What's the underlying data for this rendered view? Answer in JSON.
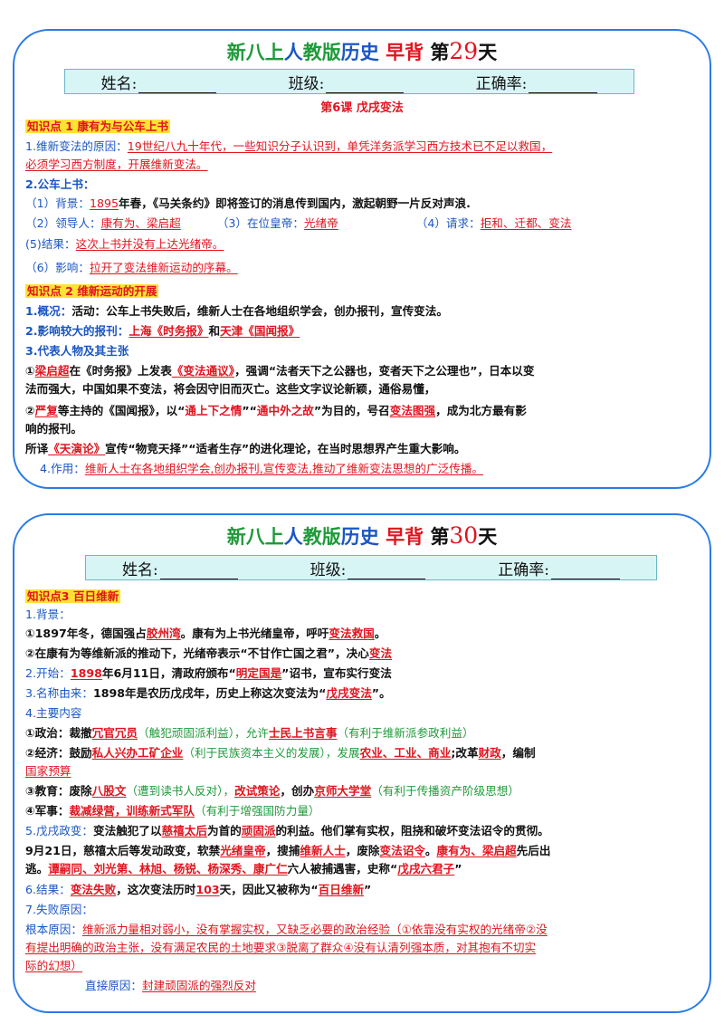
{
  "card1": {
    "title": {
      "p1": "新八上",
      "p2": "人",
      "p3": "教版",
      "p4": "历史",
      "p5": "早背",
      "p6": "第",
      "day": "29",
      "p7": "天"
    },
    "namebar": {
      "name": "姓名:",
      "class": "班级:",
      "rate": "正确率:"
    },
    "lesson": "第6课  戊戌变法",
    "kp1": "知识点 1 康有为与公车上书",
    "l1a": "1.维新变法的原因：",
    "l1b": "19世纪八九十年代，一些知识分子认识到，单凭洋务派学习西方技术已不足以救国，",
    "l1c": "必须学习西方制度，开展维新变法。",
    "l2": "2.公车上书：",
    "l3a": "（1）背景：",
    "l3b": "1895",
    "l3c": "年春，《马关条约》即将签订的消息传到国内，激起朝野一片反对声浪.",
    "l4a": "（2）领导人：",
    "l4b": "康有为、梁启超",
    "l4c": "（3）在位皇帝：",
    "l4d": "光绪帝",
    "l4e": "（4）请求：",
    "l4f": "拒和、迁都、变法",
    "l5a": "(5)结果：",
    "l5b": "这次上书并没有上达光绪帝。",
    "l6a": "（6）影响：",
    "l6b": "拉开了变法维新运动的序幕。",
    "kp2": "知识点 2 维新运动的开展",
    "m1a": "1.概况：",
    "m1b": "活动：公车上书失败后，维新人士在各地组织学会，创办报刊，宣传变法。",
    "m2a": "2.影响较大的报刊：",
    "m2b": "上海《时务报》",
    "m2c": "和",
    "m2d": "天津《国闻报》",
    "m3": "3.代表人物及其主张",
    "m4a": "①",
    "m4b": "梁启超",
    "m4c": "在《时务报》上发表",
    "m4d": "《变法通议》",
    "m4e": "，强调“法者天下之公器也，变者天下之公理也”，日本以变",
    "m5": "法而强大，中国如果不变法，将会因守旧而灭亡。这些文字议论新颖，通俗易懂，",
    "m6a": "②",
    "m6b": "严复",
    "m6c": "等主持的《国闻报》，以“",
    "m6d": "通上下之情",
    "m6e": "”“",
    "m6f": "通中外之故",
    "m6g": "”为目的，号召",
    "m6h": "变法图强",
    "m6i": "，成为北方最有影",
    "m7": "响的报刊。",
    "m8a": "所译",
    "m8b": "《天演论》",
    "m8c": "宣传“物竞天择”“适者生存”的进化理论，在当时思想界产生重大影响。",
    "m9a": "4.作用：",
    "m9b": "维新人士在各地组织学会,创办报刊,宣传变法,推动了维新变法思想的广泛传播。"
  },
  "card2": {
    "title": {
      "p1": "新八上",
      "p2": "人",
      "p3": "教版",
      "p4": "历史",
      "p5": "早背",
      "p6": "第",
      "day": "30",
      "p7": "天"
    },
    "namebar": {
      "name": "姓名:",
      "class": "班级:",
      "rate": "正确率:"
    },
    "kp3": "知识点3  百日维新",
    "n1": "1.背景：",
    "n2a": "①1897年冬，德国强占",
    "n2b": "胶州湾",
    "n2c": "。康有为上书光绪皇帝，呼吁",
    "n2d": "变法救国",
    "n2e": "。",
    "n3a": "②在康有为等维新派的推动下，光绪帝表示“不甘作亡国之君”，决心",
    "n3b": "变法",
    "n4a": "2.开始：",
    "n4b": "1898",
    "n4c": "年6月11日，清政府颁布“",
    "n4d": "明定国是",
    "n4e": "”诏书，宣布实行变法",
    "n5a": "3.名称由来：",
    "n5b": "1898年是农历戊戌年，历史上称这次变法为“",
    "n5c": "戊戌变法",
    "n5d": "”。",
    "n6": "4.主要内容",
    "n7a": "①政治：裁撤",
    "n7b": "冗官冗员",
    "n7c": "（触犯顽固派利益），允许",
    "n7d": "士民上书言事",
    "n7e": "（有利于维新派参政利益）",
    "n8a": "②经济：鼓励",
    "n8b": "私人兴办工矿企业",
    "n8c": "（利于民族资本主义的发展），发展",
    "n8d": "农业、工业、商业",
    "n8e": ";改革",
    "n8f": "财政",
    "n8g": "，编制",
    "n9": "国家预算",
    "n10a": "③教育：废除",
    "n10b": "八股文",
    "n10c": "（遭到读书人反对），",
    "n10d": "改试策论",
    "n10e": "，创办",
    "n10f": "京师大学堂",
    "n10g": "（有利于传播资产阶级思想）",
    "n11a": "④军事：",
    "n11b": "裁减绿营，训练新式军队",
    "n11c": "（有利于增强国防力量）",
    "n12a": "5.戊戌政变：",
    "n12b": "变法触犯了以",
    "n12c": "慈禧太后",
    "n12d": "为首的",
    "n12e": "顽固派",
    "n12f": "的利益。他们掌有实权，阻挠和破坏变法诏令的贯彻。",
    "n13a": "9月21日，慈禧太后等发动政变，软禁",
    "n13b": "光绪皇帝",
    "n13c": "，搜捕",
    "n13d": "维新人士",
    "n13e": "，废除",
    "n13f": "变法诏令",
    "n13g": "。",
    "n13h": "康有为、梁启超",
    "n13i": "先后出",
    "n14a": "逃。",
    "n14b": "谭嗣同、刘光第、林旭、杨锐、杨深秀、康广仁",
    "n14c": "六人被捕遇害，史称“",
    "n14d": "戊戌六君子",
    "n14e": "”",
    "n15a": "6.结果：",
    "n15b": "变法失败",
    "n15c": "，这次变法历时",
    "n15d": "103",
    "n15e": "天，因此又被称为“",
    "n15f": "百日维新",
    "n15g": "”",
    "n16": "7.失败原因：",
    "n17a": "根本原因：",
    "n17b": "维新派力量相对弱小，没有掌握实权，又缺乏必要的政治经验（①依靠没有实权的光绪帝②没",
    "n18": "有提出明确的政治主张，没有满足农民的土地要求③脱离了群众④没有认清列强本质，对其抱有不切实",
    "n19": "际的幻想）",
    "n20a": "直接原因：",
    "n20b": "封建顽固派的强烈反对"
  }
}
